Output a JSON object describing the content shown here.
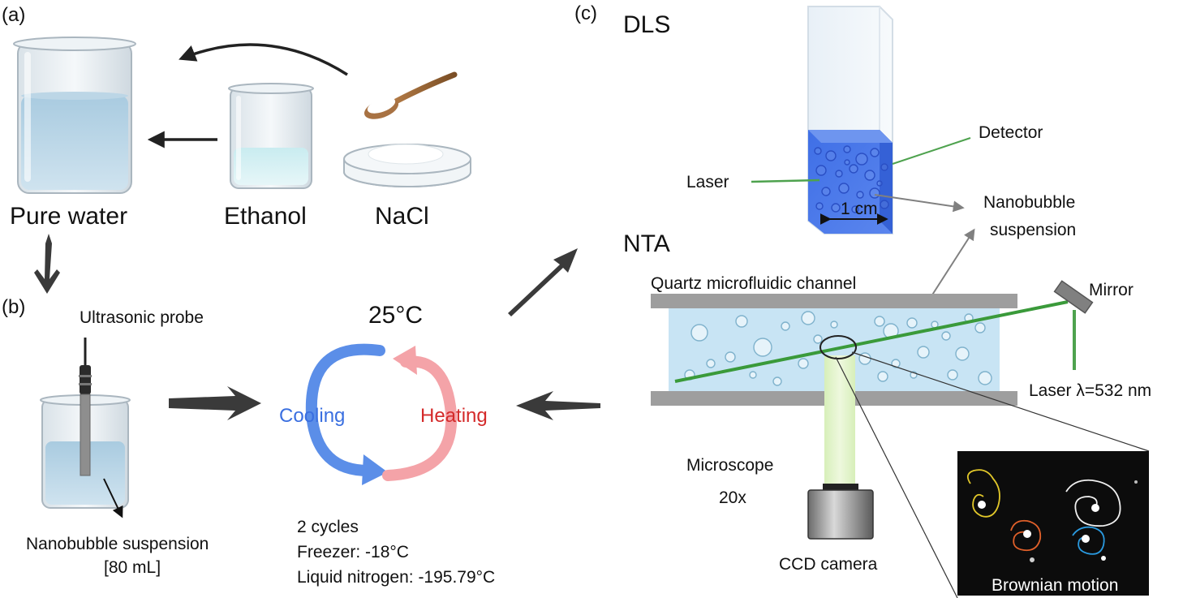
{
  "panels": {
    "a": "(a)",
    "b": "(b)",
    "c": "(c)"
  },
  "panel_a": {
    "pure_water": "Pure water",
    "ethanol": "Ethanol",
    "nacl": "NaCl"
  },
  "panel_b": {
    "probe": "Ultrasonic probe",
    "suspension": "Nanobubble suspension",
    "volume": "[80 mL]",
    "temperature": "25°C",
    "cooling": "Cooling",
    "heating": "Heating",
    "cycles": "2 cycles",
    "freezer": "Freezer: -18°C",
    "nitrogen": "Liquid nitrogen: -195.79°C"
  },
  "panel_c": {
    "dls": "DLS",
    "detector": "Detector",
    "laser": "Laser",
    "scale": "1 cm",
    "nb_line1": "Nanobubble",
    "nb_line2": "suspension",
    "nta": "NTA",
    "channel": "Quartz microfluidic channel",
    "mirror": "Mirror",
    "laser_wavelength": "Laser λ=532 nm",
    "microscope": "Microscope",
    "magnification": "20x",
    "camera": "CCD camera",
    "brownian": "Brownian motion"
  },
  "colors": {
    "cooling": "#3a6fe0",
    "heating": "#d42a2a",
    "cooling_arrow": "#5b8ee8",
    "heating_arrow": "#f4a3a8",
    "laser": "#3a9a3a"
  }
}
